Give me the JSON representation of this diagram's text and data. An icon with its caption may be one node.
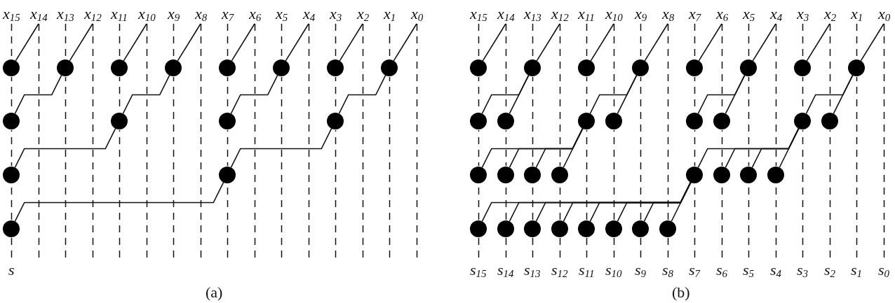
{
  "diagram": {
    "nodes": [
      {
        "text": [
          "x$_{15}$"
        ]
      },
      {
        "text": [
          "x$_{14}$"
        ]
      },
      {
        "text": [
          "x$_{13}$"
        ]
      },
      {
        "text": [
          "x$_{12}$"
        ]
      },
      {
        "text": [
          "x$_{11}$"
        ]
      },
      {
        "text": [
          "x$_{10}$"
        ]
      },
      {
        "text": [
          "x$_{9}$"
        ]
      },
      {
        "text": [
          "x$_{8}$"
        ]
      },
      {
        "text": [
          "x$_{7}$"
        ]
      },
      {
        "text": [
          "x$_{6}$"
        ]
      },
      {
        "text": [
          "x$_{5}$"
        ]
      },
      {
        "text": [
          "x$_{4}$"
        ]
      },
      {
        "text": [
          "x$_{3}$"
        ]
      },
      {
        "text": [
          "x$_{2}$"
        ]
      },
      {
        "text": [
          "x$_{1}$"
        ]
      },
      {
        "text": [
          "x$_{0}$"
        ]
      },
      {
        "text": [],
        "shape": "circle"
      },
      {
        "text": [],
        "shape": "circle"
      },
      {
        "text": [],
        "shape": "circle"
      },
      {
        "text": [],
        "shape": "circle"
      },
      {
        "text": [],
        "shape": "circle"
      },
      {
        "text": [],
        "shape": "circle"
      },
      {
        "text": [],
        "shape": "circle"
      },
      {
        "text": [],
        "shape": "circle"
      },
      {
        "text": [],
        "shape": "circle"
      },
      {
        "text": [],
        "shape": "circle"
      },
      {
        "text": [],
        "shape": "circle"
      },
      {
        "text": [],
        "shape": "circle"
      },
      {
        "text": [],
        "shape": "circle"
      },
      {
        "text": [],
        "shape": "circle"
      },
      {
        "text": [],
        "shape": "circle"
      },
      {
        "text": [
          "s"
        ]
      },
      {
        "text": [
          "x$_{15}$"
        ]
      },
      {
        "text": [
          "x$_{14}$"
        ]
      },
      {
        "text": [
          "x$_{13}$"
        ]
      },
      {
        "text": [
          "x$_{12}$"
        ]
      },
      {
        "text": [
          "x$_{11}$"
        ]
      },
      {
        "text": [
          "x$_{10}$"
        ]
      },
      {
        "text": [
          "x$_{9}$"
        ]
      },
      {
        "text": [
          "x$_{8}$"
        ]
      },
      {
        "text": [
          "x$_{7}$"
        ]
      },
      {
        "text": [
          "x$_{6}$"
        ]
      },
      {
        "text": [
          "x$_{5}$"
        ]
      },
      {
        "text": [
          "x$_{4}$"
        ]
      },
      {
        "text": [
          "x$_{3}$"
        ]
      },
      {
        "text": [
          "x$_{2}$"
        ]
      },
      {
        "text": [
          "x$_{1}$"
        ]
      },
      {
        "text": [
          "x$_{0}$"
        ]
      },
      {
        "text": [],
        "shape": "circle"
      },
      {
        "text": [],
        "shape": "circle"
      },
      {
        "text": [],
        "shape": "circle"
      },
      {
        "text": [],
        "shape": "circle"
      },
      {
        "text": [],
        "shape": "circle"
      },
      {
        "text": [],
        "shape": "circle"
      },
      {
        "text": [],
        "shape": "circle"
      },
      {
        "text": [],
        "shape": "circle"
      },
      {
        "text": [],
        "shape": "circle"
      },
      {
        "text": [],
        "shape": "circle"
      },
      {
        "text": [],
        "shape": "circle"
      },
      {
        "text": [],
        "shape": "circle"
      },
      {
        "text": [],
        "shape": "circle"
      },
      {
        "text": [],
        "shape": "circle"
      },
      {
        "text": [],
        "shape": "circle"
      },
      {
        "text": [],
        "shape": "circle"
      },
      {
        "text": [],
        "shape": "circle"
      },
      {
        "text": [],
        "shape": "circle"
      },
      {
        "text": [],
        "shape": "circle"
      },
      {
        "text": [],
        "shape": "circle"
      },
      {
        "text": [],
        "shape": "circle"
      },
      {
        "text": [],
        "shape": "circle"
      },
      {
        "text": [],
        "shape": "circle"
      },
      {
        "text": [],
        "shape": "circle"
      },
      {
        "text": [],
        "shape": "circle"
      },
      {
        "text": [],
        "shape": "circle"
      },
      {
        "text": [],
        "shape": "circle"
      },
      {
        "text": [],
        "shape": "circle"
      },
      {
        "text": [],
        "shape": "circle"
      },
      {
        "text": [],
        "shape": "circle"
      },
      {
        "text": [],
        "shape": "circle"
      },
      {
        "text": [],
        "shape": "circle"
      },
      {
        "text": [
          "s$_{15}$"
        ]
      },
      {
        "text": [
          "s$_{14}$"
        ]
      },
      {
        "text": [
          "s$_{13}$"
        ]
      },
      {
        "text": [
          "s$_{12}$"
        ]
      },
      {
        "text": [
          "s$_{11}$"
        ]
      },
      {
        "text": [
          "s$_{10}$"
        ]
      },
      {
        "text": [
          "s$_{9}$"
        ]
      },
      {
        "text": [
          "s$_{8}$"
        ]
      },
      {
        "text": [
          "s$_{7}$"
        ]
      },
      {
        "text": [
          "s$_{6}$"
        ]
      },
      {
        "text": [
          "s$_{5}$"
        ]
      },
      {
        "text": [
          "s$_{4}$"
        ]
      },
      {
        "text": [
          "s$_{3}$"
        ]
      },
      {
        "text": [
          "s$_{2}$"
        ]
      },
      {
        "text": [
          "s$_{1}$"
        ]
      },
      {
        "text": [
          "s$_{0}$"
        ]
      }
    ],
    "edges": [
      {
        "from": 1,
        "to": 16,
        "arrow": "none"
      },
      {
        "from": 3,
        "to": 17,
        "arrow": "none"
      },
      {
        "from": 5,
        "to": 18,
        "arrow": "none"
      },
      {
        "from": 7,
        "to": 19,
        "arrow": "none"
      },
      {
        "from": 9,
        "to": 20,
        "arrow": "none"
      },
      {
        "from": 11,
        "to": 21,
        "arrow": "none"
      },
      {
        "from": 13,
        "to": 22,
        "arrow": "none"
      },
      {
        "from": 15,
        "to": 23,
        "arrow": "none"
      },
      {
        "from": 17,
        "to": 24,
        "arrow": "none"
      },
      {
        "from": 19,
        "to": 25,
        "arrow": "none"
      },
      {
        "from": 21,
        "to": 26,
        "arrow": "none"
      },
      {
        "from": 23,
        "to": 27,
        "arrow": "none"
      },
      {
        "from": 25,
        "to": 28,
        "arrow": "none"
      },
      {
        "from": 27,
        "to": 29,
        "arrow": "none"
      },
      {
        "from": 29,
        "to": 30,
        "arrow": "none"
      },
      {
        "from": 0,
        "to": 16,
        "arrow": "none",
        "style": "dashed"
      },
      {
        "from": 16,
        "to": 24,
        "arrow": "none",
        "style": "dashed"
      },
      {
        "from": 24,
        "to": 28,
        "arrow": "none",
        "style": "dashed"
      },
      {
        "from": 28,
        "to": 30,
        "arrow": "none",
        "style": "dashed"
      },
      {
        "from": 30,
        "to": 31,
        "arrow": "none",
        "style": "dashed"
      },
      {
        "from": 1,
        "to": null,
        "arrow": "none",
        "style": "dashed"
      },
      {
        "from": 2,
        "to": 17,
        "arrow": "none",
        "style": "dashed"
      },
      {
        "from": 17,
        "to": null,
        "arrow": "none",
        "style": "dashed"
      },
      {
        "from": 3,
        "to": null,
        "arrow": "none",
        "style": "dashed"
      },
      {
        "from": 4,
        "to": 18,
        "arrow": "none",
        "style": "dashed"
      },
      {
        "from": 18,
        "to": 25,
        "arrow": "none",
        "style": "dashed"
      },
      {
        "from": 25,
        "to": null,
        "arrow": "none",
        "style": "dashed"
      },
      {
        "from": 5,
        "to": null,
        "arrow": "none",
        "style": "dashed"
      },
      {
        "from": 6,
        "to": 19,
        "arrow": "none",
        "style": "dashed"
      },
      {
        "from": 19,
        "to": null,
        "arrow": "none",
        "style": "dashed"
      },
      {
        "from": 7,
        "to": null,
        "arrow": "none",
        "style": "dashed"
      },
      {
        "from": 8,
        "to": 20,
        "arrow": "none",
        "style": "dashed"
      },
      {
        "from": 20,
        "to": 26,
        "arrow": "none",
        "style": "dashed"
      },
      {
        "from": 26,
        "to": 29,
        "arrow": "none",
        "style": "dashed"
      },
      {
        "from": 29,
        "to": null,
        "arrow": "none",
        "style": "dashed"
      },
      {
        "from": 9,
        "to": null,
        "arrow": "none",
        "style": "dashed"
      },
      {
        "from": 10,
        "to": 21,
        "arrow": "none",
        "style": "dashed"
      },
      {
        "from": 21,
        "to": null,
        "arrow": "none",
        "style": "dashed"
      },
      {
        "from": 11,
        "to": null,
        "arrow": "none",
        "style": "dashed"
      },
      {
        "from": 12,
        "to": 22,
        "arrow": "none",
        "style": "dashed"
      },
      {
        "from": 22,
        "to": 27,
        "arrow": "none",
        "style": "dashed"
      },
      {
        "from": 27,
        "to": null,
        "arrow": "none",
        "style": "dashed"
      },
      {
        "from": 13,
        "to": null,
        "arrow": "none",
        "style": "dashed"
      },
      {
        "from": 14,
        "to": 23,
        "arrow": "none",
        "style": "dashed"
      },
      {
        "from": 23,
        "to": null,
        "arrow": "none",
        "style": "dashed"
      },
      {
        "from": 15,
        "to": null,
        "arrow": "none",
        "style": "dashed"
      },
      {
        "from": 33,
        "to": 48,
        "arrow": "none"
      },
      {
        "from": 35,
        "to": 49,
        "arrow": "none"
      },
      {
        "from": 37,
        "to": 50,
        "arrow": "none"
      },
      {
        "from": 39,
        "to": 51,
        "arrow": "none"
      },
      {
        "from": 41,
        "to": 52,
        "arrow": "none"
      },
      {
        "from": 43,
        "to": 53,
        "arrow": "none"
      },
      {
        "from": 45,
        "to": 54,
        "arrow": "none"
      },
      {
        "from": 47,
        "to": 55,
        "arrow": "none"
      },
      {
        "from": 49,
        "to": 56,
        "arrow": "none"
      },
      {
        "from": 49,
        "to": 57,
        "arrow": "none"
      },
      {
        "from": 51,
        "to": 58,
        "arrow": "none"
      },
      {
        "from": 51,
        "to": 59,
        "arrow": "none"
      },
      {
        "from": 53,
        "to": 60,
        "arrow": "none"
      },
      {
        "from": 53,
        "to": 61,
        "arrow": "none"
      },
      {
        "from": 55,
        "to": 62,
        "arrow": "none"
      },
      {
        "from": 55,
        "to": 63,
        "arrow": "none"
      },
      {
        "from": 58,
        "to": 64,
        "arrow": "none"
      },
      {
        "from": 58,
        "to": 65,
        "arrow": "none"
      },
      {
        "from": 58,
        "to": 66,
        "arrow": "none"
      },
      {
        "from": 58,
        "to": 67,
        "arrow": "none"
      },
      {
        "from": 62,
        "to": 68,
        "arrow": "none"
      },
      {
        "from": 62,
        "to": 69,
        "arrow": "none"
      },
      {
        "from": 62,
        "to": 70,
        "arrow": "none"
      },
      {
        "from": 62,
        "to": 71,
        "arrow": "none"
      },
      {
        "from": 68,
        "to": 72,
        "arrow": "none"
      },
      {
        "from": 68,
        "to": 73,
        "arrow": "none"
      },
      {
        "from": 68,
        "to": 74,
        "arrow": "none"
      },
      {
        "from": 68,
        "to": 75,
        "arrow": "none"
      },
      {
        "from": 68,
        "to": 76,
        "arrow": "none"
      },
      {
        "from": 68,
        "to": 77,
        "arrow": "none"
      },
      {
        "from": 68,
        "to": 78,
        "arrow": "none"
      },
      {
        "from": 68,
        "to": 79,
        "arrow": "none"
      },
      {
        "from": 32,
        "to": 48,
        "arrow": "none",
        "style": "dashed"
      },
      {
        "from": 48,
        "to": 56,
        "arrow": "none",
        "style": "dashed"
      },
      {
        "from": 56,
        "to": 64,
        "arrow": "none",
        "style": "dashed"
      },
      {
        "from": 64,
        "to": 72,
        "arrow": "none",
        "style": "dashed"
      },
      {
        "from": 72,
        "to": 80,
        "arrow": "none",
        "style": "dashed"
      },
      {
        "from": 33,
        "to": 57,
        "arrow": "none",
        "style": "dashed"
      },
      {
        "from": 57,
        "to": 65,
        "arrow": "none",
        "style": "dashed"
      },
      {
        "from": 65,
        "to": 73,
        "arrow": "none",
        "style": "dashed"
      },
      {
        "from": 73,
        "to": 81,
        "arrow": "none",
        "style": "dashed"
      },
      {
        "from": 34,
        "to": 49,
        "arrow": "none",
        "style": "dashed"
      },
      {
        "from": 49,
        "to": 66,
        "arrow": "none",
        "style": "dashed"
      },
      {
        "from": 66,
        "to": 74,
        "arrow": "none",
        "style": "dashed"
      },
      {
        "from": 74,
        "to": 82,
        "arrow": "none",
        "style": "dashed"
      },
      {
        "from": 35,
        "to": 67,
        "arrow": "none",
        "style": "dashed"
      },
      {
        "from": 67,
        "to": 75,
        "arrow": "none",
        "style": "dashed"
      },
      {
        "from": 75,
        "to": 83,
        "arrow": "none",
        "style": "dashed"
      },
      {
        "from": 36,
        "to": 50,
        "arrow": "none",
        "style": "dashed"
      },
      {
        "from": 50,
        "to": 58,
        "arrow": "none",
        "style": "dashed"
      },
      {
        "from": 58,
        "to": 76,
        "arrow": "none",
        "style": "dashed"
      },
      {
        "from": 76,
        "to": 84,
        "arrow": "none",
        "style": "dashed"
      },
      {
        "from": 37,
        "to": 59,
        "arrow": "none",
        "style": "dashed"
      },
      {
        "from": 59,
        "to": 77,
        "arrow": "none",
        "style": "dashed"
      },
      {
        "from": 77,
        "to": 85,
        "arrow": "none",
        "style": "dashed"
      },
      {
        "from": 38,
        "to": 51,
        "arrow": "none",
        "style": "dashed"
      },
      {
        "from": 51,
        "to": 78,
        "arrow": "none",
        "style": "dashed"
      },
      {
        "from": 78,
        "to": 86,
        "arrow": "none",
        "style": "dashed"
      },
      {
        "from": 39,
        "to": 79,
        "arrow": "none",
        "style": "dashed"
      },
      {
        "from": 79,
        "to": 87,
        "arrow": "none",
        "style": "dashed"
      },
      {
        "from": 40,
        "to": 52,
        "arrow": "none",
        "style": "dashed"
      },
      {
        "from": 52,
        "to": 60,
        "arrow": "none",
        "style": "dashed"
      },
      {
        "from": 60,
        "to": 68,
        "arrow": "none",
        "style": "dashed"
      },
      {
        "from": 68,
        "to": 88,
        "arrow": "none",
        "style": "dashed"
      },
      {
        "from": 41,
        "to": 61,
        "arrow": "none",
        "style": "dashed"
      },
      {
        "from": 61,
        "to": 69,
        "arrow": "none",
        "style": "dashed"
      },
      {
        "from": 69,
        "to": 89,
        "arrow": "none",
        "style": "dashed"
      },
      {
        "from": 42,
        "to": 53,
        "arrow": "none",
        "style": "dashed"
      },
      {
        "from": 53,
        "to": 70,
        "arrow": "none",
        "style": "dashed"
      },
      {
        "from": 70,
        "to": 90,
        "arrow": "none",
        "style": "dashed"
      },
      {
        "from": 43,
        "to": 71,
        "arrow": "none",
        "style": "dashed"
      },
      {
        "from": 71,
        "to": 91,
        "arrow": "none",
        "style": "dashed"
      },
      {
        "from": 44,
        "to": 54,
        "arrow": "none",
        "style": "dashed"
      },
      {
        "from": 54,
        "to": 62,
        "arrow": "none",
        "style": "dashed"
      },
      {
        "from": 62,
        "to": 92,
        "arrow": "none",
        "style": "dashed"
      },
      {
        "from": 45,
        "to": 63,
        "arrow": "none",
        "style": "dashed"
      },
      {
        "from": 63,
        "to": 93,
        "arrow": "none",
        "style": "dashed"
      },
      {
        "from": 46,
        "to": 55,
        "arrow": "none",
        "style": "dashed"
      },
      {
        "from": 55,
        "to": 94,
        "arrow": "none",
        "style": "dashed"
      },
      {
        "from": 47,
        "to": 95,
        "arrow": "none",
        "style": "dashed"
      }
    ],
    "labels": [
      "(a)",
      "(b)"
    ]
  }
}
